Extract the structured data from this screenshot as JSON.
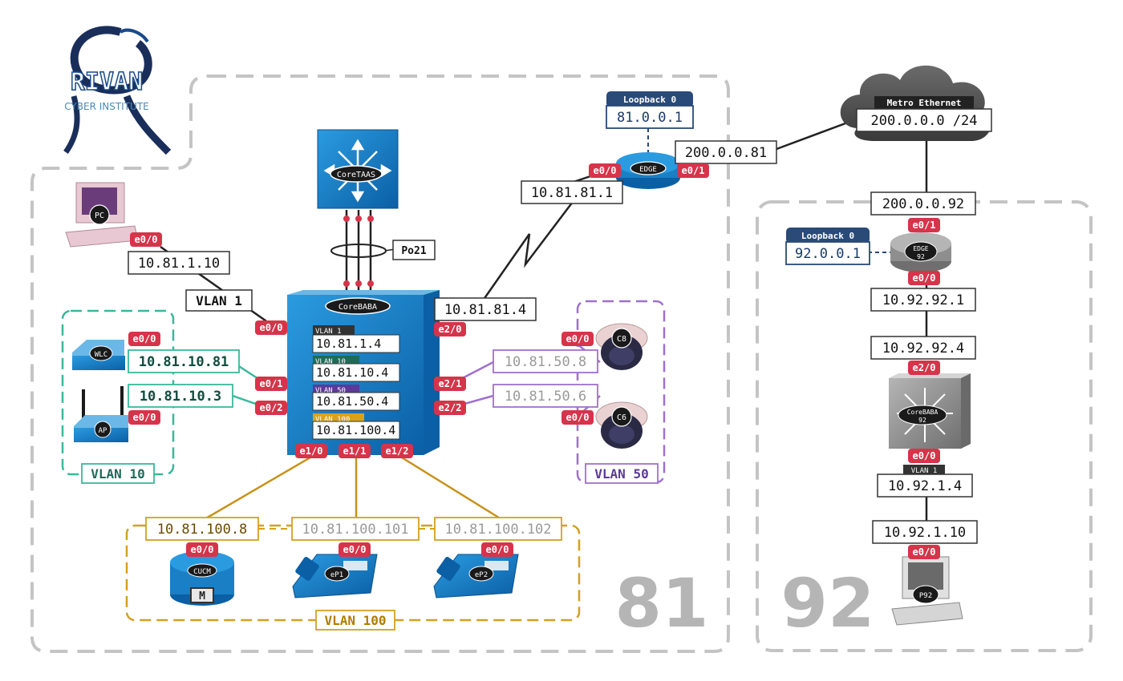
{
  "logo": {
    "name": "RIVAN",
    "tagline": "CYBER INSTITUTE"
  },
  "sites": {
    "left": "81",
    "right": "92"
  },
  "devices": {
    "coretaas": "CoreTAAS",
    "corebaba": "CoreBABA",
    "edge": "EDGE",
    "pc": "PC",
    "wlc": "WLC",
    "ap": "AP",
    "c8": "C8",
    "c6": "C6",
    "cucm": "CUCM",
    "cucm_badge": "M",
    "ep1": "eP1",
    "ep2": "eP2",
    "edge92": "EDGE",
    "edge92_sub": "92",
    "corebaba92": "CoreBABA",
    "corebaba92_sub": "92",
    "p92": "P92"
  },
  "cloud": {
    "label": "Metro Ethernet",
    "subnet": "200.0.0.0 /24"
  },
  "loopbacks": {
    "edge": {
      "label": "Loopback 0",
      "ip": "81.0.0.1"
    },
    "edge92": {
      "label": "Loopback 0",
      "ip": "92.0.0.1"
    }
  },
  "portchannel": "Po21",
  "corebaba_svis": [
    {
      "vlan": "VLAN 1",
      "ip": "10.81.1.4",
      "color": "#333333"
    },
    {
      "vlan": "VLAN 10",
      "ip": "10.81.10.4",
      "color": "#1f6b5a"
    },
    {
      "vlan": "VLAN 50",
      "ip": "10.81.50.4",
      "color": "#5b3a9a"
    },
    {
      "vlan": "VLAN 100",
      "ip": "10.81.100.4",
      "color": "#d9a21a"
    }
  ],
  "ips": {
    "pc": "10.81.1.10",
    "wlc": "10.81.10.81",
    "ap": "10.81.10.3",
    "core_wan": "10.81.81.4",
    "edge_wan": "10.81.81.1",
    "edge_isp": "200.0.0.81",
    "c8": "10.81.50.8",
    "c6": "10.81.50.6",
    "cucm": "10.81.100.8",
    "ep1": "10.81.100.101",
    "ep2": "10.81.100.102",
    "edge92_isp": "200.0.0.92",
    "edge92_lan": "10.92.92.1",
    "core92_wan": "10.92.92.4",
    "core92_svi": "10.92.1.4",
    "p92": "10.92.1.10"
  },
  "ports": {
    "pc": "e0/0",
    "core_pc": "e0/0",
    "core_wlc": "e0/1",
    "core_ap": "e0/2",
    "core_wan": "e2/0",
    "core_c8": "e2/1",
    "core_c6": "e2/2",
    "core_e10": "e1/0",
    "core_e11": "e1/1",
    "core_e12": "e1/2",
    "wlc": "e0/0",
    "ap": "e0/0",
    "c8": "e0/0",
    "c6": "e0/0",
    "cucm": "e0/0",
    "ep1": "e0/0",
    "ep2": "e0/0",
    "edge_lan": "e0/0",
    "edge_isp": "e0/1",
    "edge92_isp": "e0/1",
    "edge92_lan": "e0/0",
    "core92_wan": "e2/0",
    "core92_lan": "e0/0",
    "p92": "e0/0"
  },
  "vlans": {
    "v1": "VLAN 1",
    "v10": "VLAN 10",
    "v50": "VLAN 50",
    "v100": "VLAN 100",
    "v1_92": "VLAN 1"
  },
  "colors": {
    "port_red": "#d6344a",
    "vlan10": "#3ab89a",
    "vlan50": "#a070d0",
    "vlan100": "#d4a020",
    "device_blue": "#1a7fc4",
    "loopback_navy": "#2a4a78",
    "zone_gray": "#c4c4c4"
  }
}
